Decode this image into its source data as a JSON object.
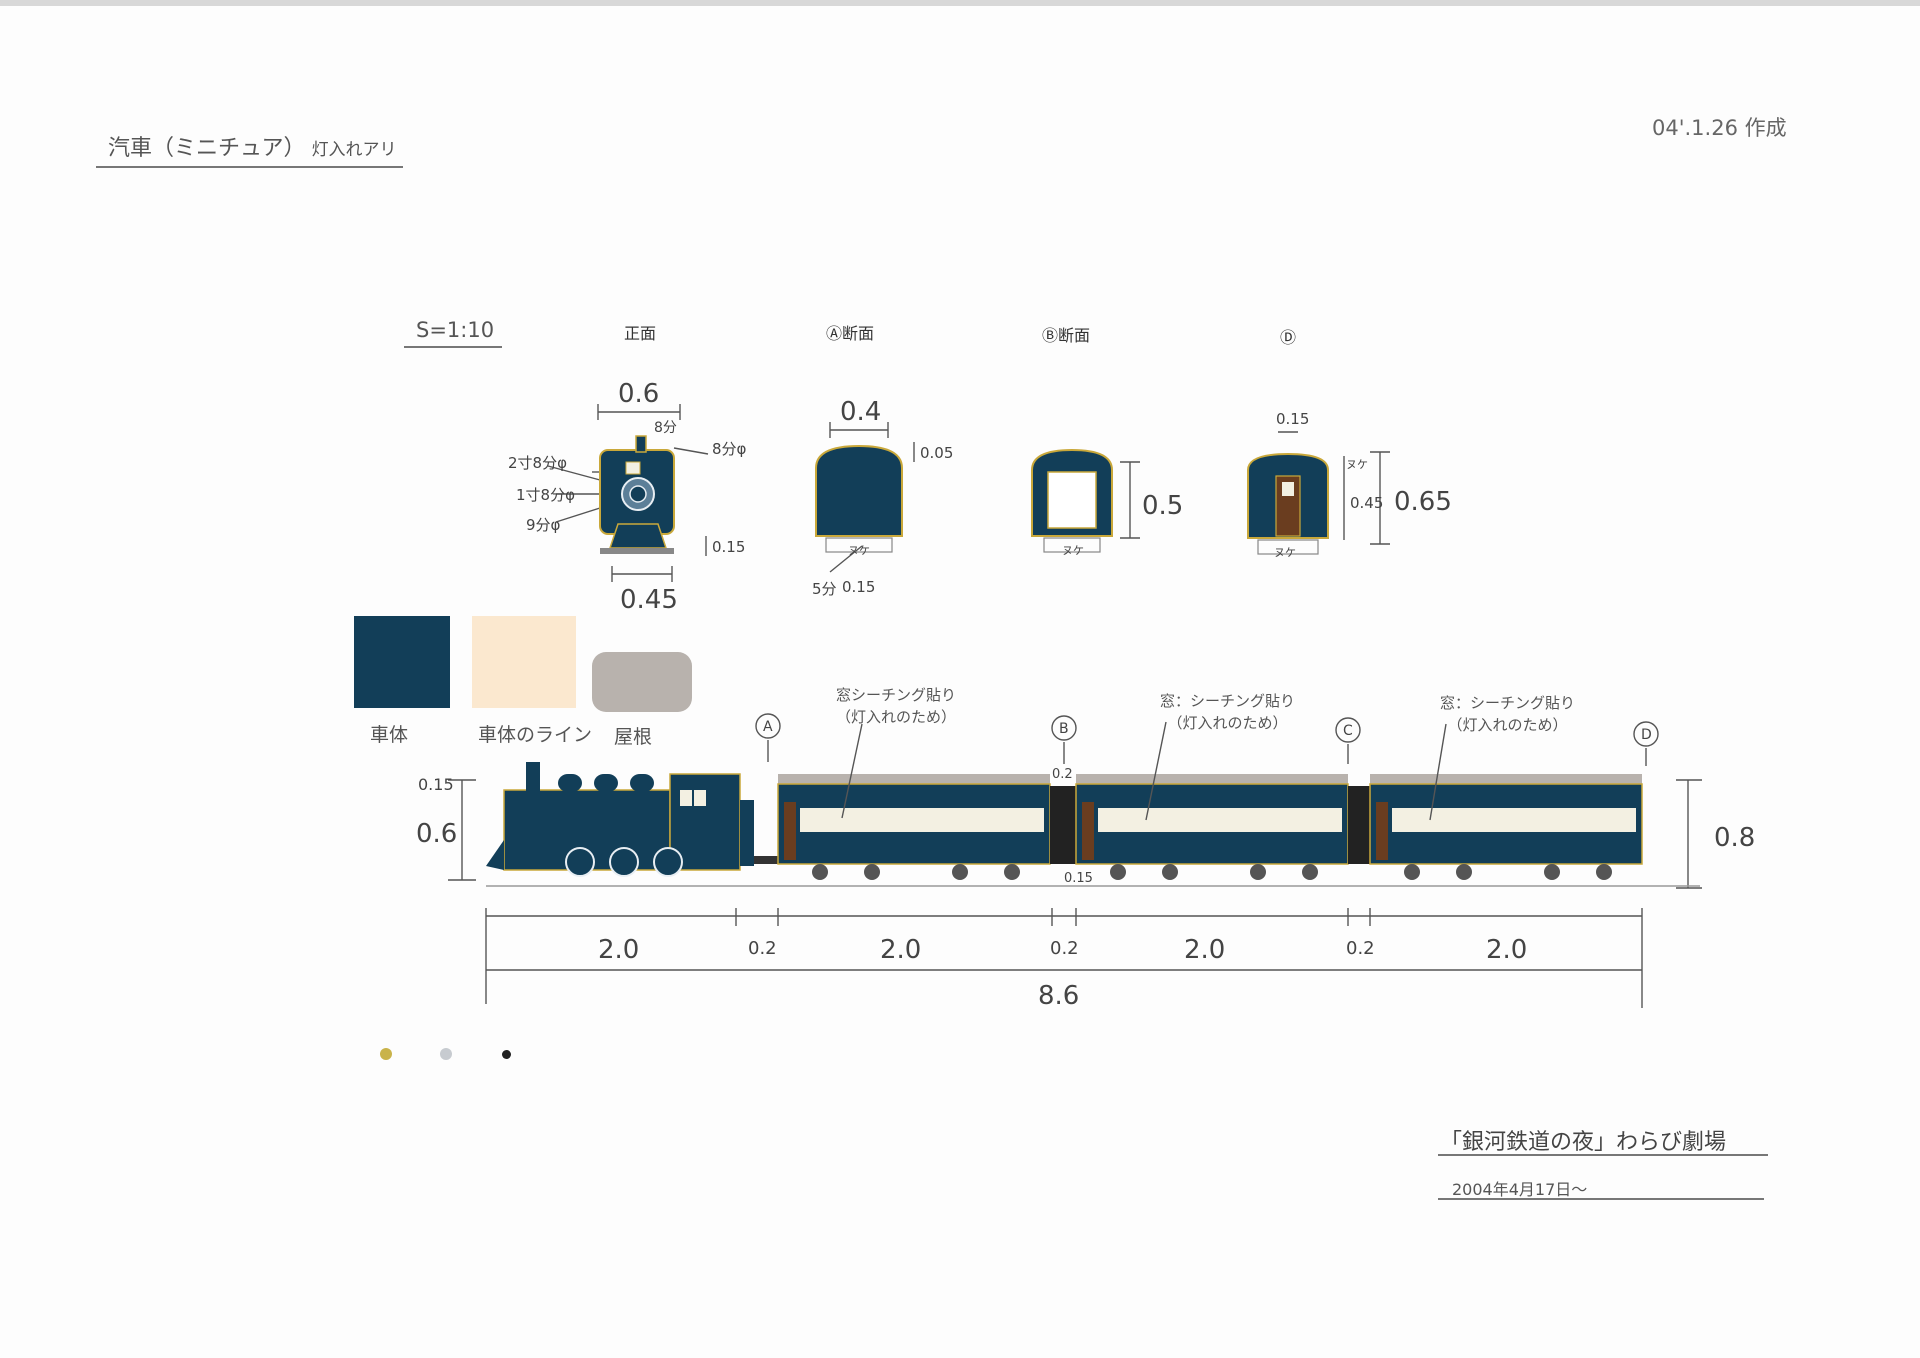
{
  "title": "汽車（ミニチュア）",
  "title_sub": "灯入れアリ",
  "date": "04'.1.26 作成",
  "scale": "S=1:10",
  "views": {
    "front": "正面",
    "section_a": "Ⓐ断面",
    "section_b": "Ⓑ断面",
    "d": "Ⓓ"
  },
  "dims_top": {
    "front_width": "0.6",
    "front_bottom": "0.45",
    "front_015": "0.15",
    "front_8bu": "8分",
    "lamp_8": "8分φ",
    "lamp_2_18": "2寸8分φ",
    "lamp_1_18": "1寸8分φ",
    "lamp_9": "9分φ",
    "a_width": "0.4",
    "a_roof": "0.05",
    "a_5bu": "5分",
    "a_015": "0.15",
    "a_label": "ヌケ",
    "b_height": "0.5",
    "b_label": "ヌケ",
    "d_top": "0.15",
    "d_side": "0.45",
    "d_height": "0.65",
    "d_label": "ヌケ",
    "d_nuke": "ヌケ"
  },
  "swatches": [
    {
      "label": "車体",
      "color": "#123e58"
    },
    {
      "label": "車体のライン",
      "color": "#fbe8cf"
    },
    {
      "label": "屋根",
      "color": "#b8b2ad"
    }
  ],
  "notes": [
    {
      "line1": "窓シーチング貼り",
      "line2": "（灯入れのため）"
    },
    {
      "line1": "窓：シーチング貼り",
      "line2": "（灯入れのため）"
    },
    {
      "line1": "窓：シーチング貼り",
      "line2": "（灯入れのため）"
    }
  ],
  "markers": [
    "A",
    "B",
    "C",
    "D"
  ],
  "side_dims": {
    "loco_top": "0.15",
    "loco_height": "0.6",
    "car_height": "0.8",
    "gap_b": "0.2",
    "gap_under": "0.15",
    "lengths": [
      "2.0",
      "0.2",
      "2.0",
      "0.2",
      "2.0",
      "0.2",
      "2.0"
    ],
    "total": "8.6"
  },
  "color_dots": [
    "#c9b34a",
    "#c7cbd0",
    "#222222"
  ],
  "footer": {
    "production": "「銀河鉄道の夜」わらび劇場",
    "run": "2004年4月17日〜"
  },
  "colors": {
    "body": "#123e58",
    "line": "#c9a83a",
    "roof": "#b8b2ad",
    "brown": "#6a3d1f"
  }
}
